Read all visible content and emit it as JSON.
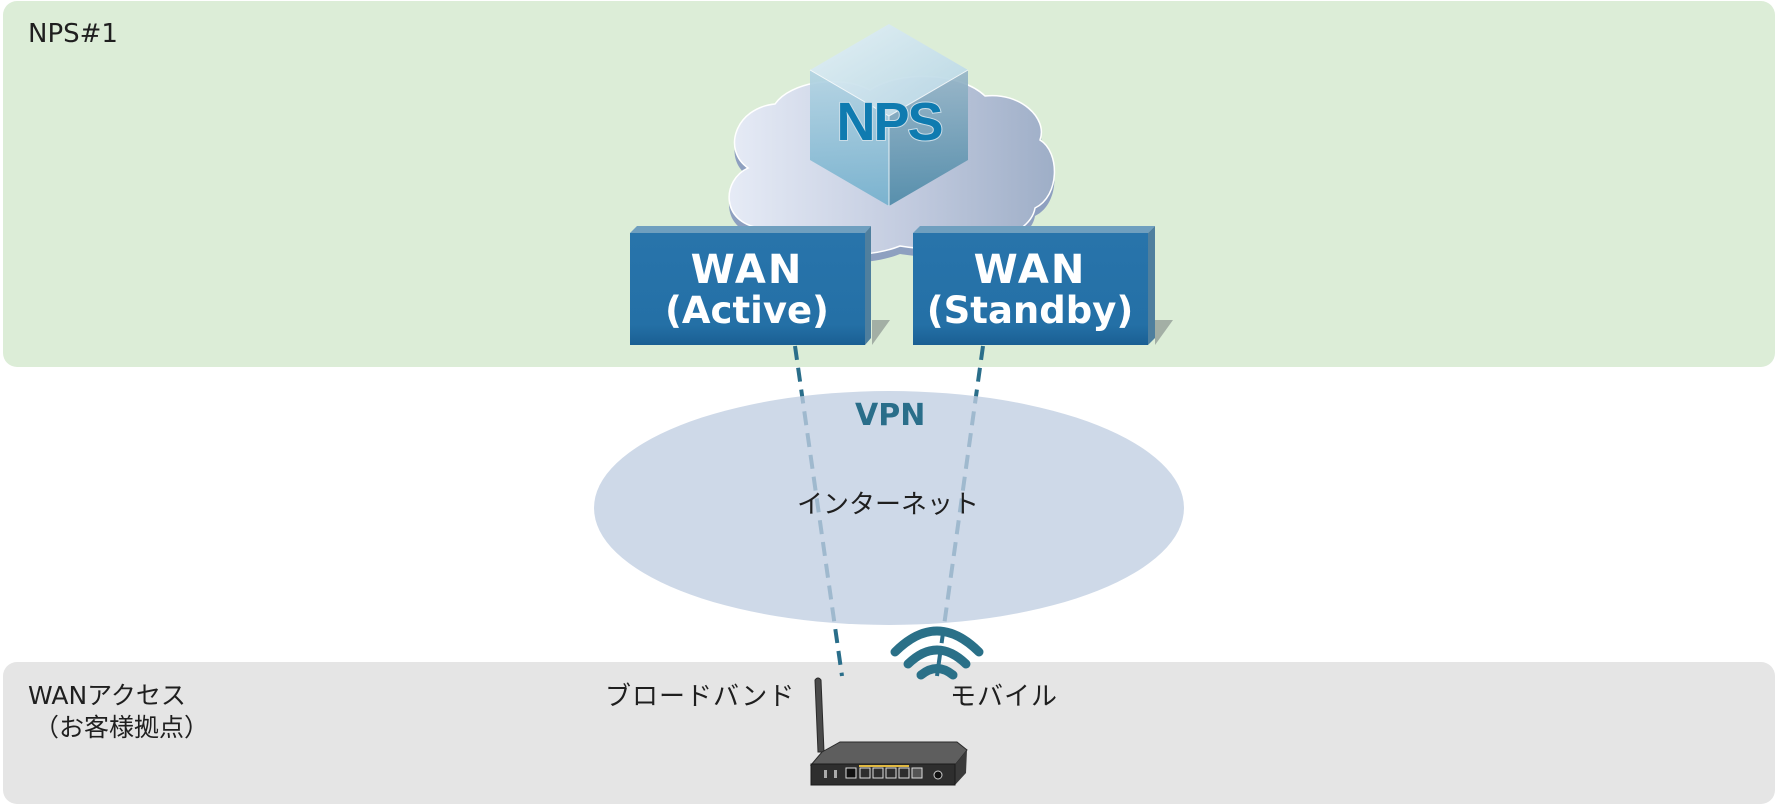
{
  "panels": {
    "nps": {
      "title": "NPS#1",
      "color": "#dcedd7"
    },
    "wan_access": {
      "title": "WANアクセス",
      "subtitle": "（お客様拠点）",
      "color": "#e5e5e5"
    }
  },
  "nps_cloud": {
    "cube_label": "NPS",
    "cube_label_color": "#0f7bb0"
  },
  "wan_boxes": [
    {
      "line1": "WAN",
      "line2": "(Active)",
      "color": "#216ea6"
    },
    {
      "line1": "WAN",
      "line2": "(Standby)",
      "color": "#216ea6"
    }
  ],
  "network": {
    "vpn_label": "VPN",
    "internet_label": "インターネット",
    "ellipse_color": "#c0cee2",
    "link_color": "#2a6e8a"
  },
  "access": {
    "broadband_label": "ブロードバンド",
    "mobile_label": "モバイル"
  },
  "icons": {
    "cloud": "cloud-icon",
    "cube": "cube-icon",
    "wifi": "wifi-signal-icon",
    "router": "router-icon"
  }
}
